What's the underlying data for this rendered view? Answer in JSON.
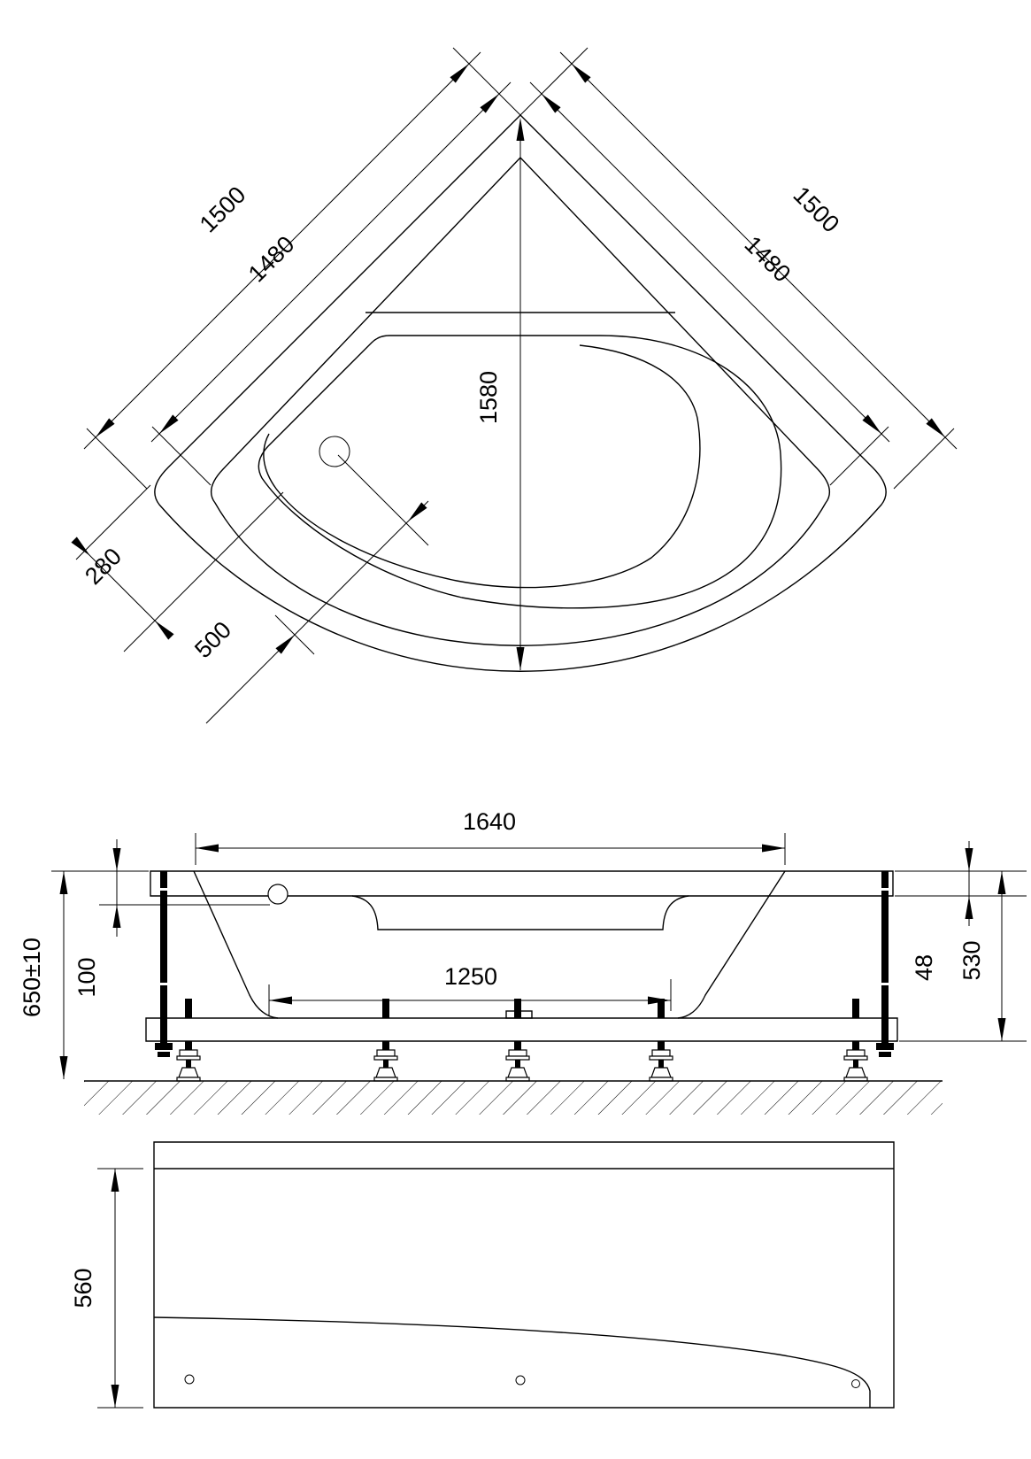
{
  "top_view": {
    "label_side_outer_left": "1500",
    "label_side_inner_left": "1480",
    "label_side_outer_right": "1500",
    "label_side_inner_right": "1480",
    "label_height": "1580",
    "label_corner": "280",
    "label_drain": "500"
  },
  "front_view": {
    "label_top_width": "1640",
    "label_rim_depth": "100",
    "label_install_height": "650±10",
    "label_floor_width": "1250",
    "label_rim_thickness": "48",
    "label_body_height": "530"
  },
  "panel_view": {
    "label_height": "560"
  }
}
